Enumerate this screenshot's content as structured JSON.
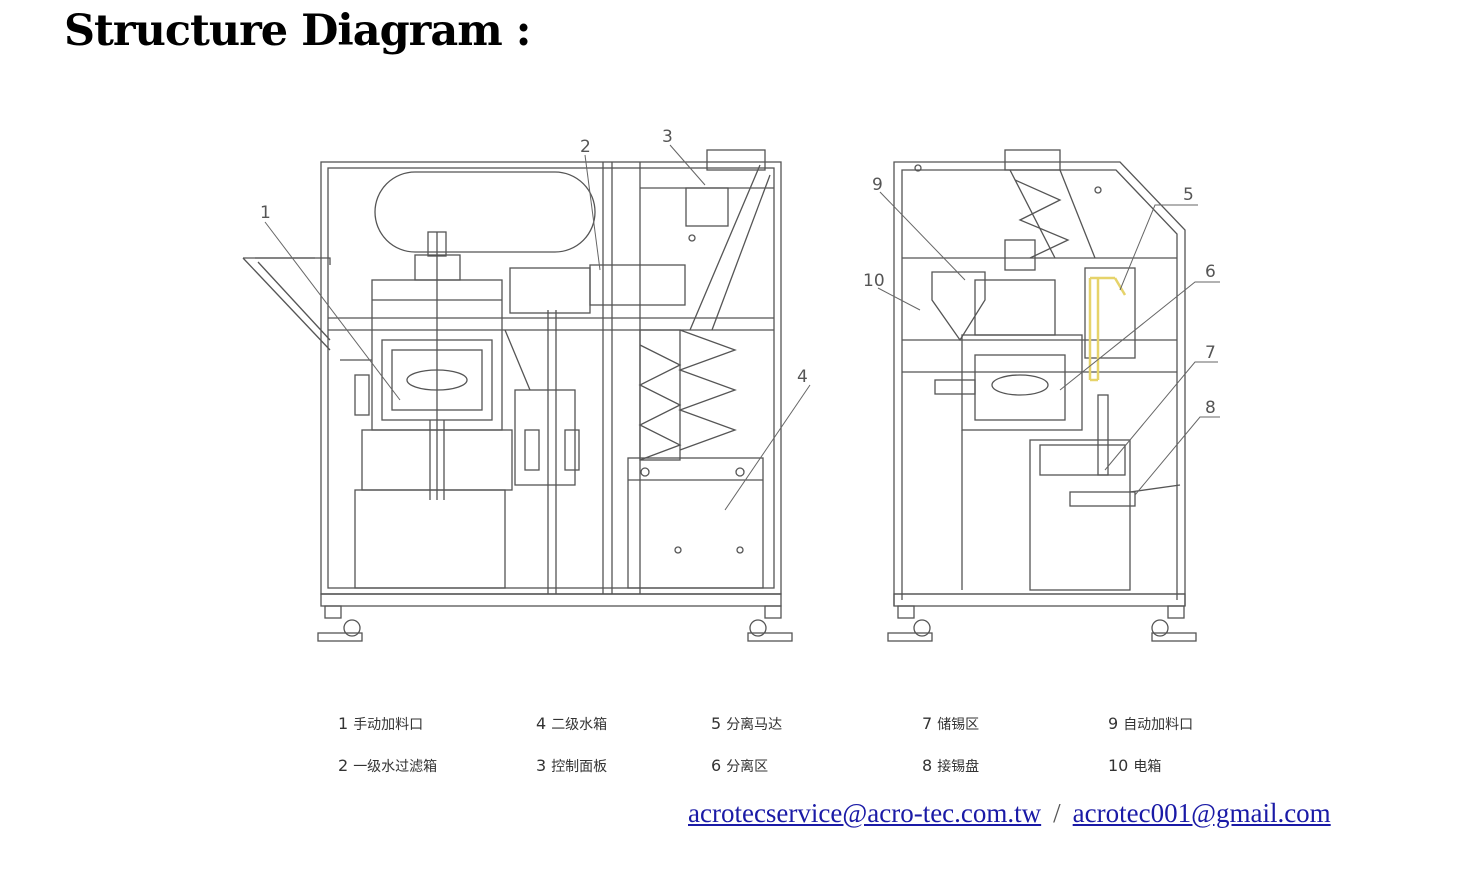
{
  "title": "Structure Diagram :",
  "callouts": {
    "left": [
      "1",
      "2",
      "3",
      "4"
    ],
    "right": [
      "9",
      "10",
      "5",
      "6",
      "7",
      "8"
    ]
  },
  "legend": [
    {
      "num": "1",
      "label": "手动加料口"
    },
    {
      "num": "4",
      "label": "二级水箱"
    },
    {
      "num": "5",
      "label": "分离马达"
    },
    {
      "num": "7",
      "label": "储锡区"
    },
    {
      "num": "9",
      "label": "自动加料口"
    },
    {
      "num": "2",
      "label": "一级水过滤箱"
    },
    {
      "num": "3",
      "label": "控制面板"
    },
    {
      "num": "6",
      "label": "分离区"
    },
    {
      "num": "8",
      "label": "接锡盘"
    },
    {
      "num": "10",
      "label": "电箱"
    }
  ],
  "contact": {
    "email1": "acrotecservice@acro-tec.com.tw",
    "separator": "/",
    "email2": "acrotec001@gmail.com"
  },
  "colors": {
    "line": "#555555",
    "highlight": "#e6d36a",
    "link": "#1a1aa6"
  }
}
